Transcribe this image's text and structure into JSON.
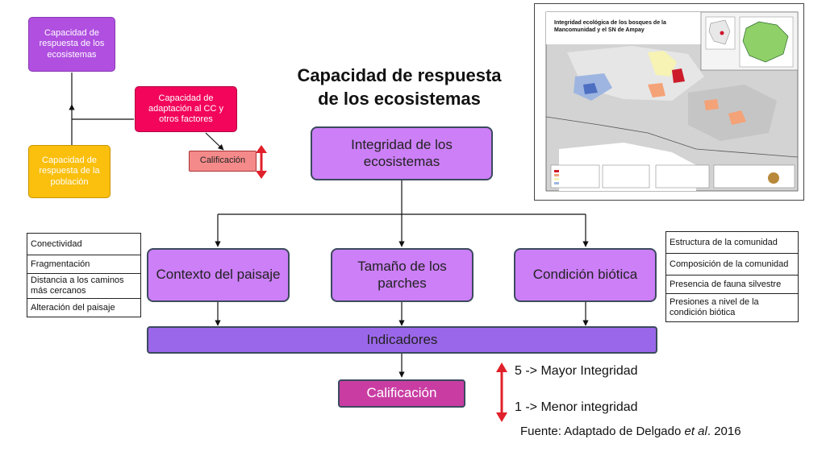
{
  "left_panel": {
    "top": "Capacidad de respuesta de los ecosistemas",
    "adaptation": "Capacidad de adaptación al CC y otros factores",
    "population": "Capacidad de respuesta de la población",
    "rating": "Calificación"
  },
  "main": {
    "title_line1": "Capacidad de respuesta",
    "title_line2": "de los ecosistemas",
    "integrity": "Integridad de los ecosistemas",
    "context": "Contexto del paisaje",
    "patch_size": "Tamaño de los parches",
    "biotic": "Condición biótica",
    "indicators": "Indicadores",
    "rating": "Calificación"
  },
  "left_table": [
    "Conectividad",
    "Fragmentación",
    "Distancia a los caminos más cercanos",
    "Alteración del paisaje"
  ],
  "right_table": [
    "Estructura de la comunidad",
    "Composición de la comunidad",
    "Presencia de fauna silvestre",
    "Presiones a nivel de la condición biótica"
  ],
  "scale": {
    "max": "5 -> Mayor Integridad",
    "min": "1 -> Menor integridad"
  },
  "source": {
    "prefix": "Fuente: Adaptado de Delgado ",
    "italic": "et al",
    "suffix": ". 2016"
  },
  "map": {
    "title": "Integridad ecológica de los bosques de la Mancomunidad y el SN de Ampay"
  },
  "colors": {
    "purple": "#b04fe0",
    "red": "#f2055b",
    "yellow": "#fbbf0d",
    "salmon": "#f48a8a",
    "violet": "#cc7ff7",
    "indicator_bar": "#9b67ea",
    "rating_bar": "#c93da3",
    "arrow_red": "#e0202a"
  }
}
